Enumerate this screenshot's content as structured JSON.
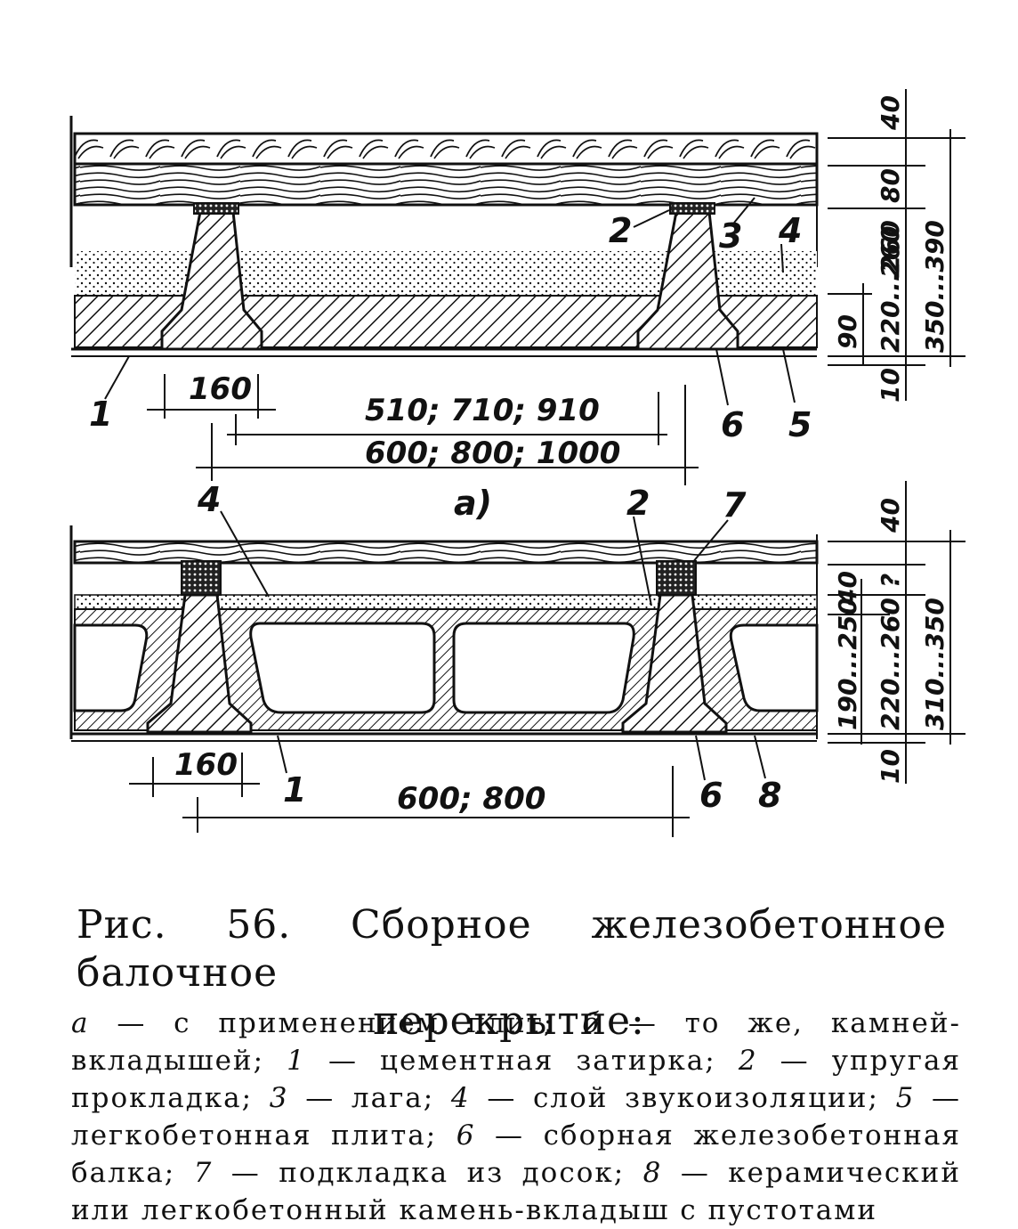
{
  "figure": {
    "a": {
      "panel_label": "а)",
      "callouts": [
        "1",
        "2",
        "3",
        "4",
        "5",
        "6"
      ],
      "dims_bottom": [
        "160",
        "510; 710; 910",
        "600; 800; 1000"
      ],
      "dims_right": [
        "40",
        "80",
        "260",
        "90",
        "10",
        "220...260",
        "350...390"
      ]
    },
    "b": {
      "callouts": [
        "4",
        "2",
        "7",
        "1",
        "6",
        "8"
      ],
      "dims_bottom": [
        "160",
        "600; 800"
      ],
      "dims_right": [
        "40",
        "40",
        "?",
        "190...250",
        "10",
        "220...260",
        "310...350"
      ]
    }
  },
  "caption": {
    "title_line1": "Рис. 56. Сборное железобетонное балочное",
    "title_line2": "перекрытие:",
    "legend": [
      {
        "key": "а",
        "text": "с применением плит;"
      },
      {
        "key": "б",
        "text": "то же, камней-вкладышей;"
      },
      {
        "key": "1",
        "text": "цементная затирка;"
      },
      {
        "key": "2",
        "text": "упругая прокладка;"
      },
      {
        "key": "3",
        "text": "лага;"
      },
      {
        "key": "4",
        "text": "слой звукоизоляции;"
      },
      {
        "key": "5",
        "text": "легкобетонная плита;"
      },
      {
        "key": "6",
        "text": "сборная железобетонная балка;"
      },
      {
        "key": "7",
        "text": "подкладка из досок;"
      },
      {
        "key": "8",
        "text": "керамический или легкобетонный камень-вкладыш с пустотами"
      }
    ]
  }
}
